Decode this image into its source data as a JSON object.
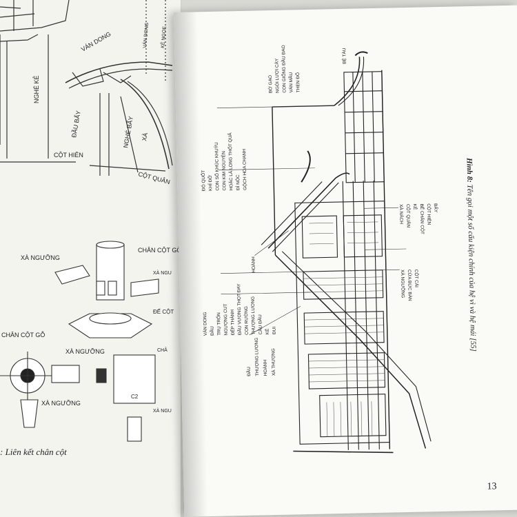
{
  "left_page": {
    "roof_labels": {
      "nghe_ke": "NGHÉ KẺ",
      "van_dong": "VÁN DONG",
      "van_dong_top": "VÁN DONG",
      "ke_ngoe": "KẺ NGOE",
      "dau_bay": "ĐẦU BẨY",
      "nghe_bay": "NGHÉ BẨY",
      "xa": "XÀ",
      "cot_hien": "CỘT HIÊN",
      "cot_quan": "CỘT QUÂN"
    },
    "joint_labels": {
      "xa_nguong_1": "XÀ NGƯỠNG",
      "chan_cot_go_1": "CHÂN CỘT GỖ",
      "xa_ngu": "XÀ NGU",
      "de_cot": "ĐẾ CỘT",
      "chan_cot_go_2": "CHÂN CỘT GỖ",
      "xa_nguong_2": "XÀ NGƯỠNG",
      "xa_nguong_3": "XÀ NGƯỠNG",
      "chan": "CHÂ",
      "xa_ngu_2": "XÀ NGU",
      "c2": "C2"
    },
    "caption": ": Liên kết chân cột"
  },
  "right_page": {
    "labels_top": [
      "BỜ GẠO",
      "NGÓI LƯỢI CÀY",
      "CON GIỐNG ĐẦU ĐAO",
      "VÁN MẦU",
      "THEN ĐỐ"
    ],
    "label_be_tau": "BỆ TÀU",
    "labels_mid": [
      "ĐÓ QUỐT",
      "KHỈ ĐỠ",
      "CON SỐ KHÚC KHUỶU",
      "CON KIM NGUYÊN",
      "HOẶC LÁ LONG THỔT QUẢ",
      "ĐỈ NỘC",
      "GỘCH HOA CHANH"
    ],
    "label_hoanh": "HOÀNH",
    "labels_left": [
      "VÁN DONG",
      "ĐẦU",
      "TRỤ TRỐN",
      "NGƯỢNG CUT",
      "ĐẾP THẢNH",
      "ĐẦU VƯƠNG THỌT ĐAY",
      "CON RƯỜNG",
      "THƯỢNG LƯƠNG",
      "CẦU ĐẦU",
      "KẺ",
      "ĐUI"
    ],
    "labels_bottom": [
      "ĐẦU",
      "THƯỢNG LƯƠNG",
      "HOÀNH",
      "XÀ THƯỢNG"
    ],
    "labels_right": [
      "XÀ NÁCH",
      "CỘT QUÂN",
      "KẺ",
      "BẾ CHÂN CỘT",
      "CỘT HIÊN",
      "BẨY"
    ],
    "labels_right2": [
      "XÀ NGƯỠNG",
      "CỬA BỨC BÀN",
      "CỘT CÁI"
    ],
    "figure_caption_bold": "Hình 8:",
    "figure_caption_text": "Tên gọi một số cấu kiện chính của hệ vì và hệ mái [55]",
    "page_number": "13"
  }
}
